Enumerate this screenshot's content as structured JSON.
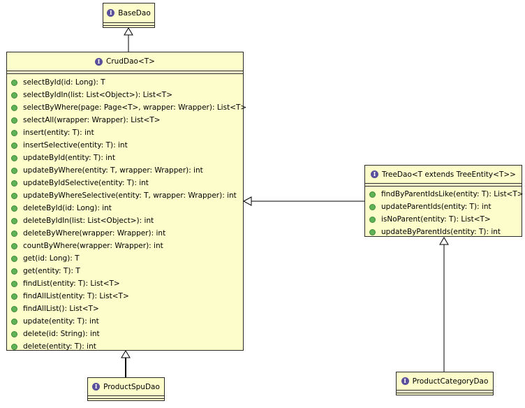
{
  "base_dao": {
    "name": "BaseDao",
    "stereotype_icon": "interface-icon",
    "badge": "I"
  },
  "crud_dao": {
    "name": "CrudDao<T>",
    "badge": "I",
    "methods": [
      "selectById(id: Long): T",
      "selectByIdIn(list: List<Object>): List<T>",
      "selectByWhere(page: Page<T>, wrapper: Wrapper): List<T>",
      "selectAll(wrapper: Wrapper): List<T>",
      "insert(entity: T): int",
      "insertSelective(entity: T): int",
      "updateById(entity: T): int",
      "updateByWhere(entity: T, wrapper: Wrapper): int",
      "updateByIdSelective(entity: T): int",
      "updateByWhereSelective(entity: T, wrapper: Wrapper): int",
      "deleteById(id: Long): int",
      "deleteByIdIn(list: List<Object>): int",
      "deleteByWhere(wrapper: Wrapper): int",
      "countByWhere(wrapper: Wrapper): int",
      "get(id: Long): T",
      "get(entity: T): T",
      "findList(entity: T): List<T>",
      "findAllList(entity: T): List<T>",
      "findAllList(): List<T>",
      "update(entity: T): int",
      "delete(id: String): int",
      "delete(entity: T): int"
    ]
  },
  "tree_dao": {
    "name": "TreeDao<T extends TreeEntity<T>>",
    "badge": "I",
    "methods": [
      "findByParentIdsLike(entity: T): List<T>",
      "updateParentIds(entity: T): int",
      "isNoParent(entity: T): List<T>",
      "updateByParentIds(entity: T): int"
    ]
  },
  "product_spu_dao": {
    "name": "ProductSpuDao",
    "badge": "I"
  },
  "product_category_dao": {
    "name": "ProductCategoryDao",
    "badge": "I"
  },
  "colors": {
    "box_fill": "#fdfdcb",
    "border": "#2b2b2b",
    "interface_badge": "#5a4f9a",
    "public_method_dot": "#5fb356"
  }
}
